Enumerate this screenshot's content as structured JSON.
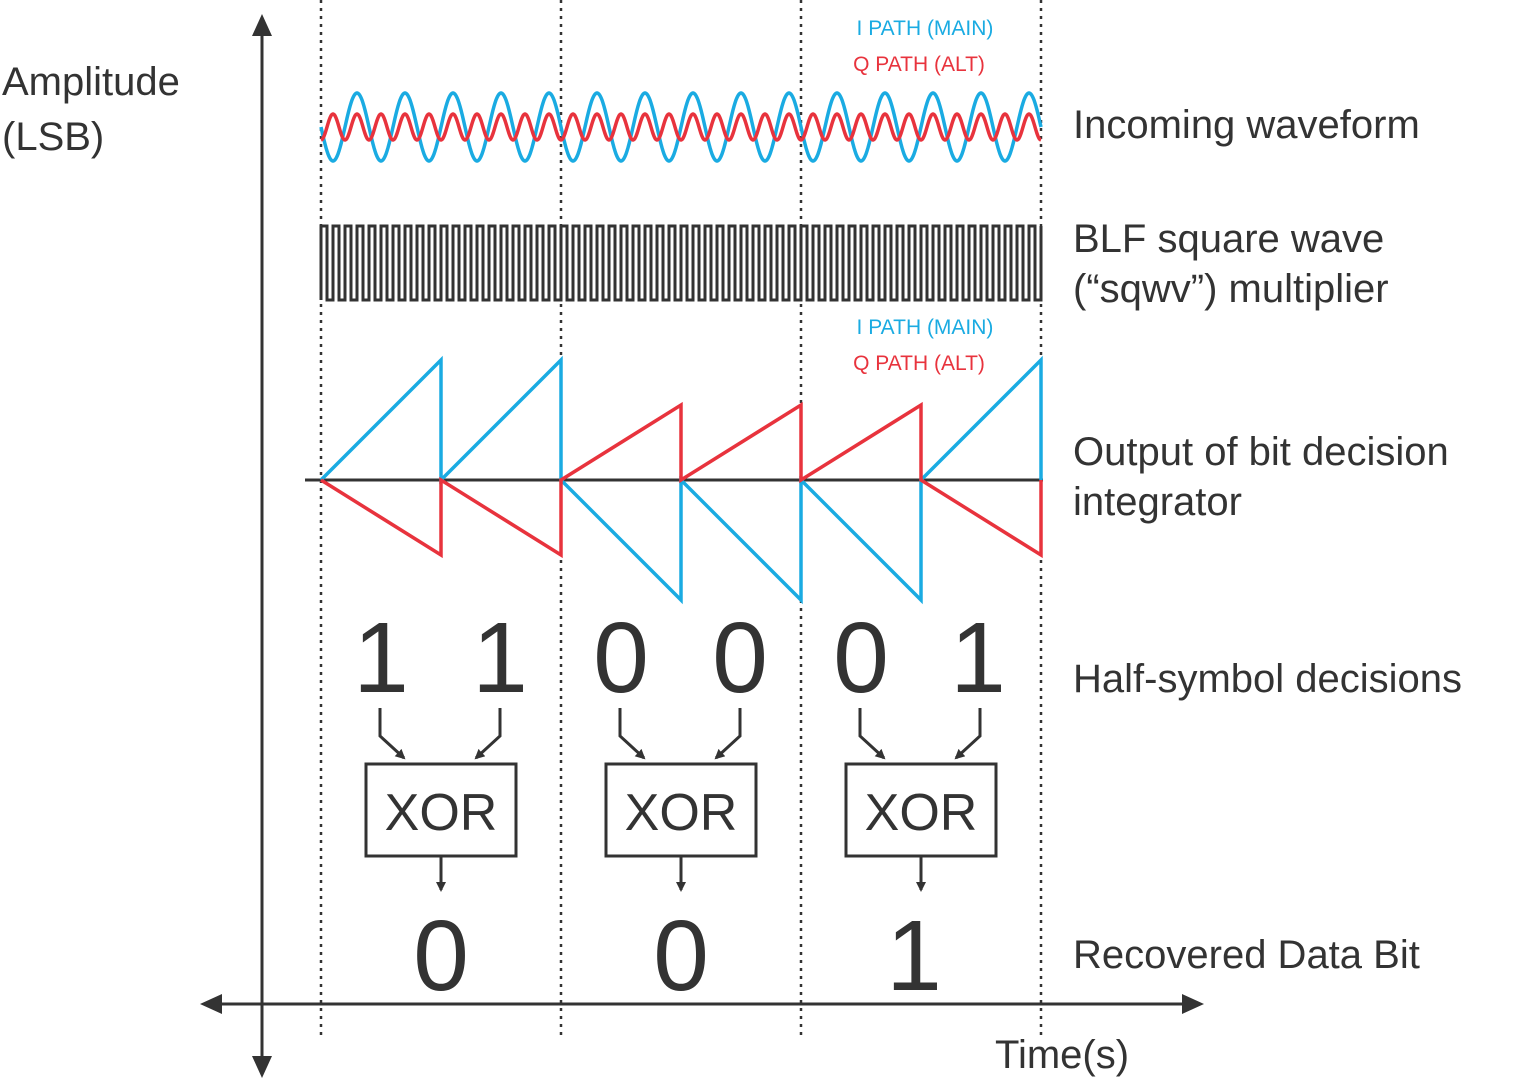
{
  "axes": {
    "y_label_line1": "Amplitude",
    "y_label_line2": "(LSB)",
    "x_label": "Time(s)"
  },
  "legend_top": {
    "i_path": "I PATH (MAIN)",
    "q_path": "Q PATH (ALT)"
  },
  "legend_mid": {
    "i_path": "I PATH (MAIN)",
    "q_path": "Q PATH (ALT)"
  },
  "rows": {
    "incoming": "Incoming waveform",
    "blf_line1": "BLF square wave",
    "blf_line2": "(“sqwv”) multiplier",
    "integrator_line1": "Output of bit decision",
    "integrator_line2": "integrator",
    "half_symbol": "Half-symbol decisions",
    "recovered": "Recovered Data Bit"
  },
  "half_symbol_decisions": [
    "1",
    "1",
    "0",
    "0",
    "0",
    "1"
  ],
  "xor_label": "XOR",
  "recovered_bits": [
    "0",
    "0",
    "1"
  ],
  "colors": {
    "i_path": "#1aabe2",
    "q_path": "#e8333d",
    "ink": "#333333"
  }
}
